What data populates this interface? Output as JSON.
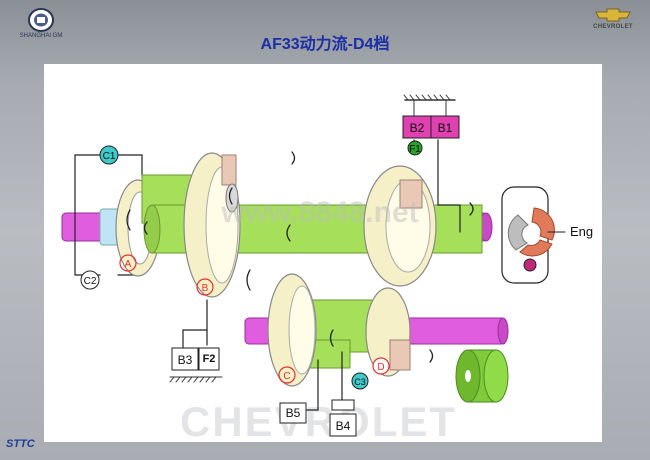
{
  "header": {
    "title": "AF33动力流-D4档",
    "left_logo_caption": "SHANGHAI GM",
    "right_logo_caption": "CHEVROLET"
  },
  "footer": {
    "company": "STTC",
    "watermark": "CHEVROLET"
  },
  "diagram": {
    "elements": [
      "B2",
      "B1",
      "F1",
      "C1",
      "C2",
      "A",
      "B",
      "B3",
      "F2",
      "C",
      "C3",
      "D",
      "B5",
      "B4",
      "Eng"
    ],
    "center_watermark": "www.8848.net"
  },
  "colors": {
    "title": "#1c2fa6",
    "shaft": "#e05de0",
    "gear": "#a6e05a",
    "ring": "#f5f0c8",
    "brake": "#e040b0",
    "clutch": "#3fc9c9",
    "gear_label": "#e03030",
    "engine": "#e07a5a"
  }
}
